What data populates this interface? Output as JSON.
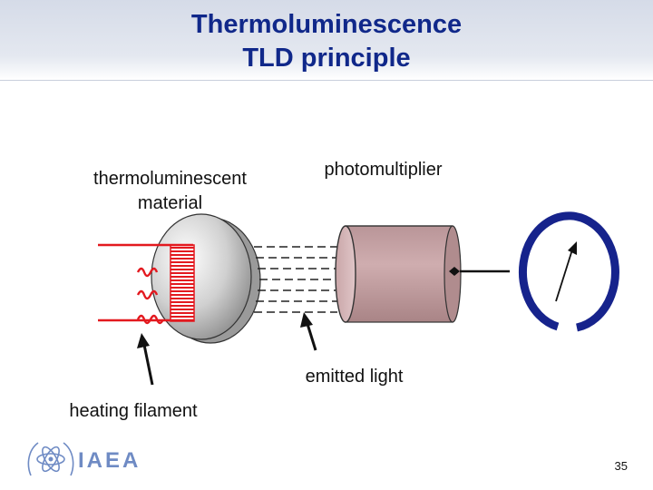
{
  "header": {
    "title_line1": "Thermoluminescence",
    "title_line2": "TLD principle"
  },
  "labels": {
    "material_line1": "thermoluminescent",
    "material_line2": "material",
    "photomultiplier": "photomultiplier",
    "emitted_light": "emitted  light",
    "heating_filament": "heating  filament"
  },
  "footer": {
    "logo_text": "IAEA",
    "page_number": "35"
  },
  "colors": {
    "title": "#10288a",
    "filament": "#e3191f",
    "meter_ring": "#16238c",
    "photomultiplier_body": "#c8a4a6",
    "logo": "#6f8bc4"
  },
  "icons": {
    "logo": "iaea-atom-logo-icon",
    "meter": "meter-dial-icon"
  }
}
